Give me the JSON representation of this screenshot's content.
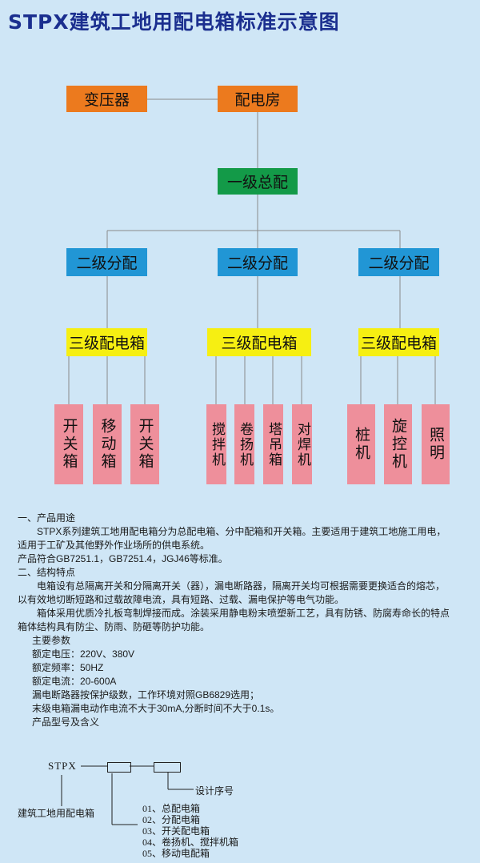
{
  "title": "STPX建筑工地用配电箱标准示意图",
  "diagram": {
    "transformer": "变压器",
    "power_room": "配电房",
    "level1": "一级总配",
    "level2": [
      "二级分配",
      "二级分配",
      "二级分配"
    ],
    "level3": [
      "三级配电箱",
      "三级配电箱",
      "三级配电箱"
    ],
    "group1": [
      "开关箱",
      "移动箱",
      "开关箱"
    ],
    "group2": [
      "搅拌机",
      "卷扬机",
      "塔吊箱",
      "对焊机"
    ],
    "group3": [
      "桩机",
      "旋控机",
      "照明"
    ]
  },
  "description": {
    "sec1_title": "一、产品用途",
    "sec1_p1": "STPX系列建筑工地用配电箱分为总配电箱、分中配箱和开关箱。主要适用于建筑工地施工用电，",
    "sec1_p2": "适用于工矿及其他野外作业场所的供电系统。",
    "sec1_p3": "产品符合GB7251.1，GB7251.4，JGJ46等标准。",
    "sec2_title": "二、结构特点",
    "sec2_p1": "电箱设有总隔离开关和分隔离开关（器），漏电断路器，隔离开关均可根据需要更换适合的熔芯，",
    "sec2_p2": "以有效地切断短路和过载故障电流，具有短路、过载、漏电保护等电气功能。",
    "sec2_p3": "箱体采用优质冷扎板弯制焊接而成。涂装采用静电粉末喷塑新工艺，具有防锈、防腐寿命长的特点",
    "sec2_p4": "箱体结构具有防尘、防雨、防砸等防护功能。",
    "params_title": "主要参数",
    "voltage": "额定电压：220V、380V",
    "frequency": "额定频率：50HZ",
    "current": "额定电流：20-600A",
    "leak_level": "漏电断路器按保护级数，工作环境对照GB6829选用；",
    "leak_current": "末级电箱漏电动作电流不大于30mA,分断时间不大于0.1s。",
    "model_title": "产品型号及含义"
  },
  "model": {
    "prefix": "STPX",
    "design_no": "设计序号",
    "product_name": "建筑工地用配电箱",
    "codes": [
      "01、总配电箱",
      "02、分配电箱",
      "03、开关配电箱",
      "04、卷扬机、搅拌机箱",
      "05、移动电配箱"
    ]
  },
  "colors": {
    "background": "#cfe6f6",
    "title": "#1b2f8f",
    "transformer": "#ec7a1e",
    "level1": "#139a48",
    "level2": "#2196d5",
    "level3": "#f6ef12",
    "end_box": "#ee8f9b"
  }
}
